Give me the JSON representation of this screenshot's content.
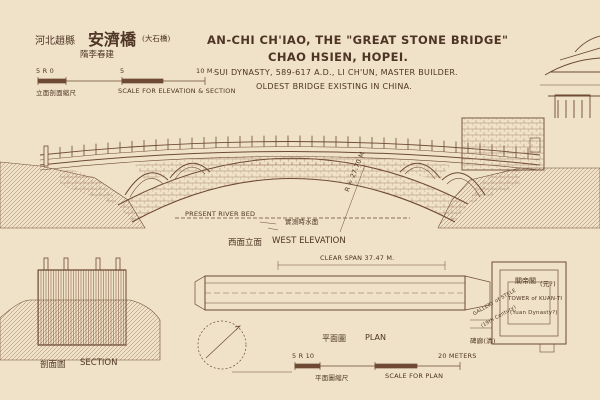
{
  "header_cn": {
    "line1_prefix": "河北趙縣",
    "line1_main": "安濟橋",
    "line1_paren": "(大石橋)",
    "line2": "隋李春建"
  },
  "title": {
    "line1": "AN-CHI CH'IAO, THE \"GREAT STONE BRIDGE\"",
    "line2": "CHAO HSIEN, HOPEI.",
    "line3": "SUI DYNASTY, 589-617 A.D., LI CH'UN, MASTER BUILDER.",
    "line4": "OLDEST BRIDGE EXISTING IN CHINA."
  },
  "scale_elev": {
    "left": "5 R 0",
    "mid": "5",
    "right": "10 M.",
    "cn": "立面剖面縮尺",
    "en": "SCALE FOR ELEVATION & SECTION"
  },
  "elevation": {
    "river_label": "PRESENT RIVER BED",
    "river_cn": "實測時水面",
    "radius": "R = 27.70 M",
    "cn": "西面立面",
    "en": "WEST ELEVATION"
  },
  "section": {
    "cn": "剖面圖",
    "en": "SECTION"
  },
  "plan": {
    "span": "CLEAR SPAN 37.47 M.",
    "cn": "平面圖",
    "en": "PLAN"
  },
  "scale_plan": {
    "left": "5 R 10",
    "right": "20 METERS",
    "cn": "平面圖縮尺",
    "en": "SCALE FOR PLAN"
  },
  "tower": {
    "cn": "關帝閣",
    "paren": "(元?)",
    "name": "TOWER of KUAN-TI",
    "dynasty": "(Yuan Dynasty?)",
    "gallery": "GALLERY of STELE",
    "century": "(19th Century)",
    "gallery_cn": "碑廊(清)"
  }
}
